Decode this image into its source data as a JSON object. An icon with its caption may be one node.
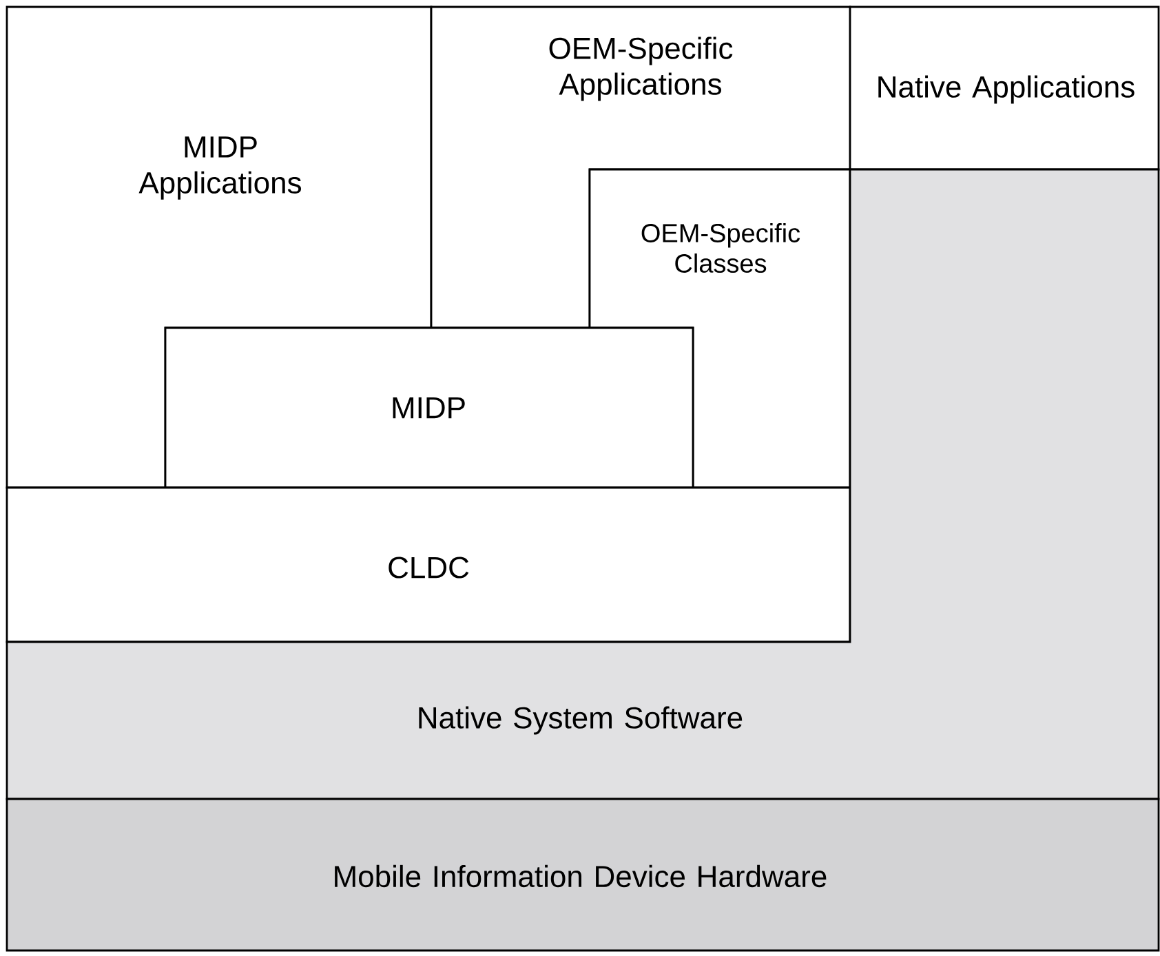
{
  "diagram": {
    "nodes": [
      {
        "text": [
          "MIDP Applications"
        ]
      },
      {
        "text": [
          "OEM-Specific Applications"
        ]
      },
      {
        "text": [
          "Native Applications"
        ]
      },
      {
        "text": [
          "OEM-Specific Classes"
        ]
      },
      {
        "text": [
          "MIDP"
        ]
      },
      {
        "text": [
          "CLDC"
        ]
      },
      {
        "text": [
          "Native System Software"
        ]
      },
      {
        "text": [
          "Mobile Information Device Hardware"
        ]
      }
    ]
  }
}
